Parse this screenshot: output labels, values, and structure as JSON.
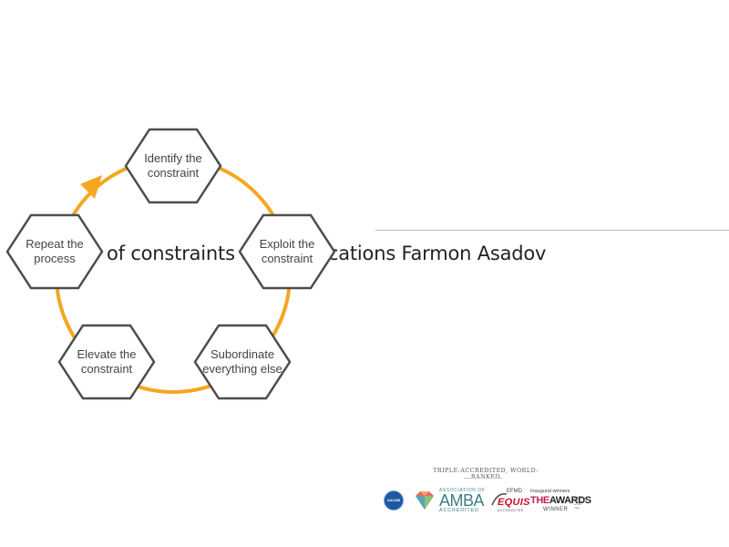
{
  "slide": {
    "title": "of constraints and applications Farmon Asadov"
  },
  "cycle": {
    "accent_color": "#f5a623",
    "stroke_color": "#4d4d4d",
    "steps": [
      {
        "label": "Identify the constraint"
      },
      {
        "label": "Exploit the constraint"
      },
      {
        "label": "Subordinate everything else"
      },
      {
        "label": "Elevate the constraint"
      },
      {
        "label": "Repeat the process"
      }
    ]
  },
  "accreditation": {
    "heading": "TRIPLE-ACCREDITED, WORLD-RANKED",
    "aacsb": {
      "text": "AACSB",
      "color": "#1d5aa6"
    },
    "amba": {
      "assoc": "ASSOCIATION OF",
      "main": "AMBA",
      "sub": "ACCREDITED"
    },
    "equis": {
      "efmd": "EFMD",
      "main": "EQUIS",
      "sub": "ACCREDITED"
    },
    "the_awards": {
      "pre": "Inaugural winners",
      "main_t": "THE",
      "main_rest": "AWARDS",
      "side": "Business School of the Year",
      "sub": "WINNER"
    }
  }
}
